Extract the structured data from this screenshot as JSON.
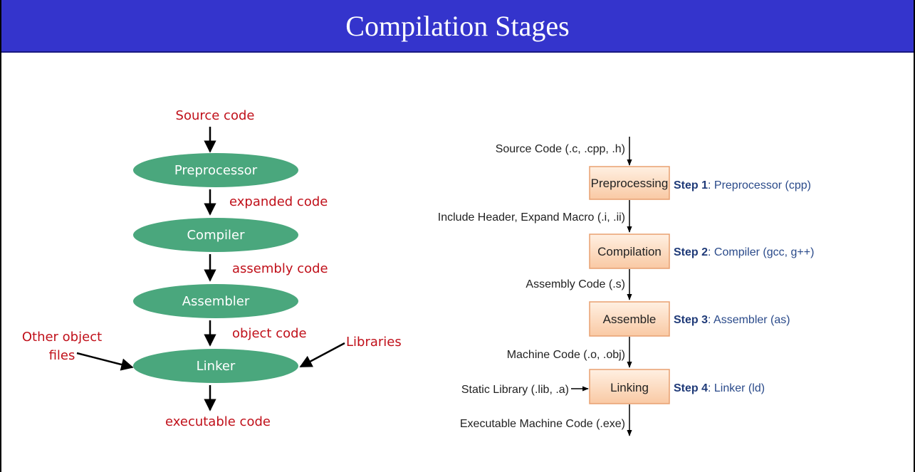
{
  "title": "Compilation Stages",
  "left_diagram": {
    "source": "Source code",
    "stages": [
      "Preprocessor",
      "Compiler",
      "Assembler",
      "Linker"
    ],
    "edge_labels": [
      "expanded code",
      "assembly code",
      "object code"
    ],
    "other_object_files_line1": "Other object",
    "other_object_files_line2": "files",
    "libraries": "Libraries",
    "output": "executable code",
    "colors": {
      "ellipse": "#4aa77d",
      "label": "#c0101a"
    }
  },
  "right_diagram": {
    "inputs": [
      "Source Code (.c, .cpp, .h)",
      "Include Header, Expand Macro (.i, .ii)",
      "Assembly Code (.s)",
      "Machine Code (.o, .obj)"
    ],
    "boxes": [
      "Preprocessing",
      "Compilation",
      "Assemble",
      "Linking"
    ],
    "steps": [
      {
        "label": "Step 1",
        "desc": ": Preprocessor (cpp)"
      },
      {
        "label": "Step 2",
        "desc": ": Compiler (gcc, g++)"
      },
      {
        "label": "Step 3",
        "desc": ": Assembler (as)"
      },
      {
        "label": "Step 4",
        "desc": ": Linker (ld)"
      }
    ],
    "static_library": "Static Library (.lib, .a)",
    "output": "Executable Machine Code (.exe)",
    "colors": {
      "box_fill": "#fde0c8",
      "box_stroke": "#e8a070",
      "step": "#1f3a78"
    }
  }
}
